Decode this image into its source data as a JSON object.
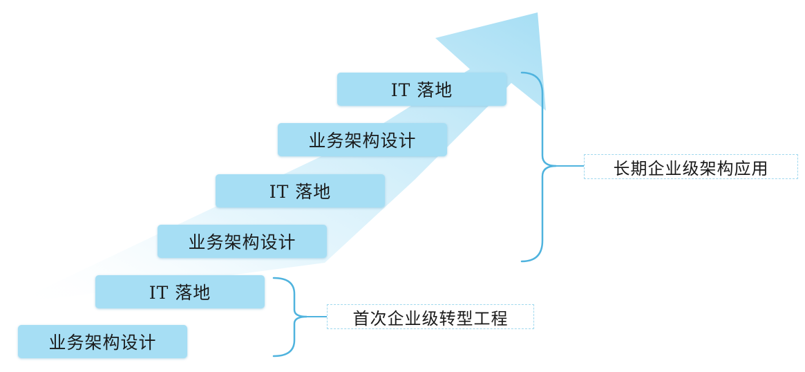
{
  "diagram": {
    "steps": [
      {
        "label": "IT 落地"
      },
      {
        "label": "业务架构设计"
      },
      {
        "label": "IT 落地"
      },
      {
        "label": "业务架构设计"
      },
      {
        "label": "IT 落地"
      },
      {
        "label": "业务架构设计"
      }
    ],
    "phases": [
      {
        "label": "长期企业级架构应用"
      },
      {
        "label": "首次企业级转型工程"
      }
    ],
    "colors": {
      "step_fill": "#a6def4",
      "arrow": "#a6def4",
      "bracket": "#4fb3de",
      "label_border": "#9fd8ee"
    }
  }
}
